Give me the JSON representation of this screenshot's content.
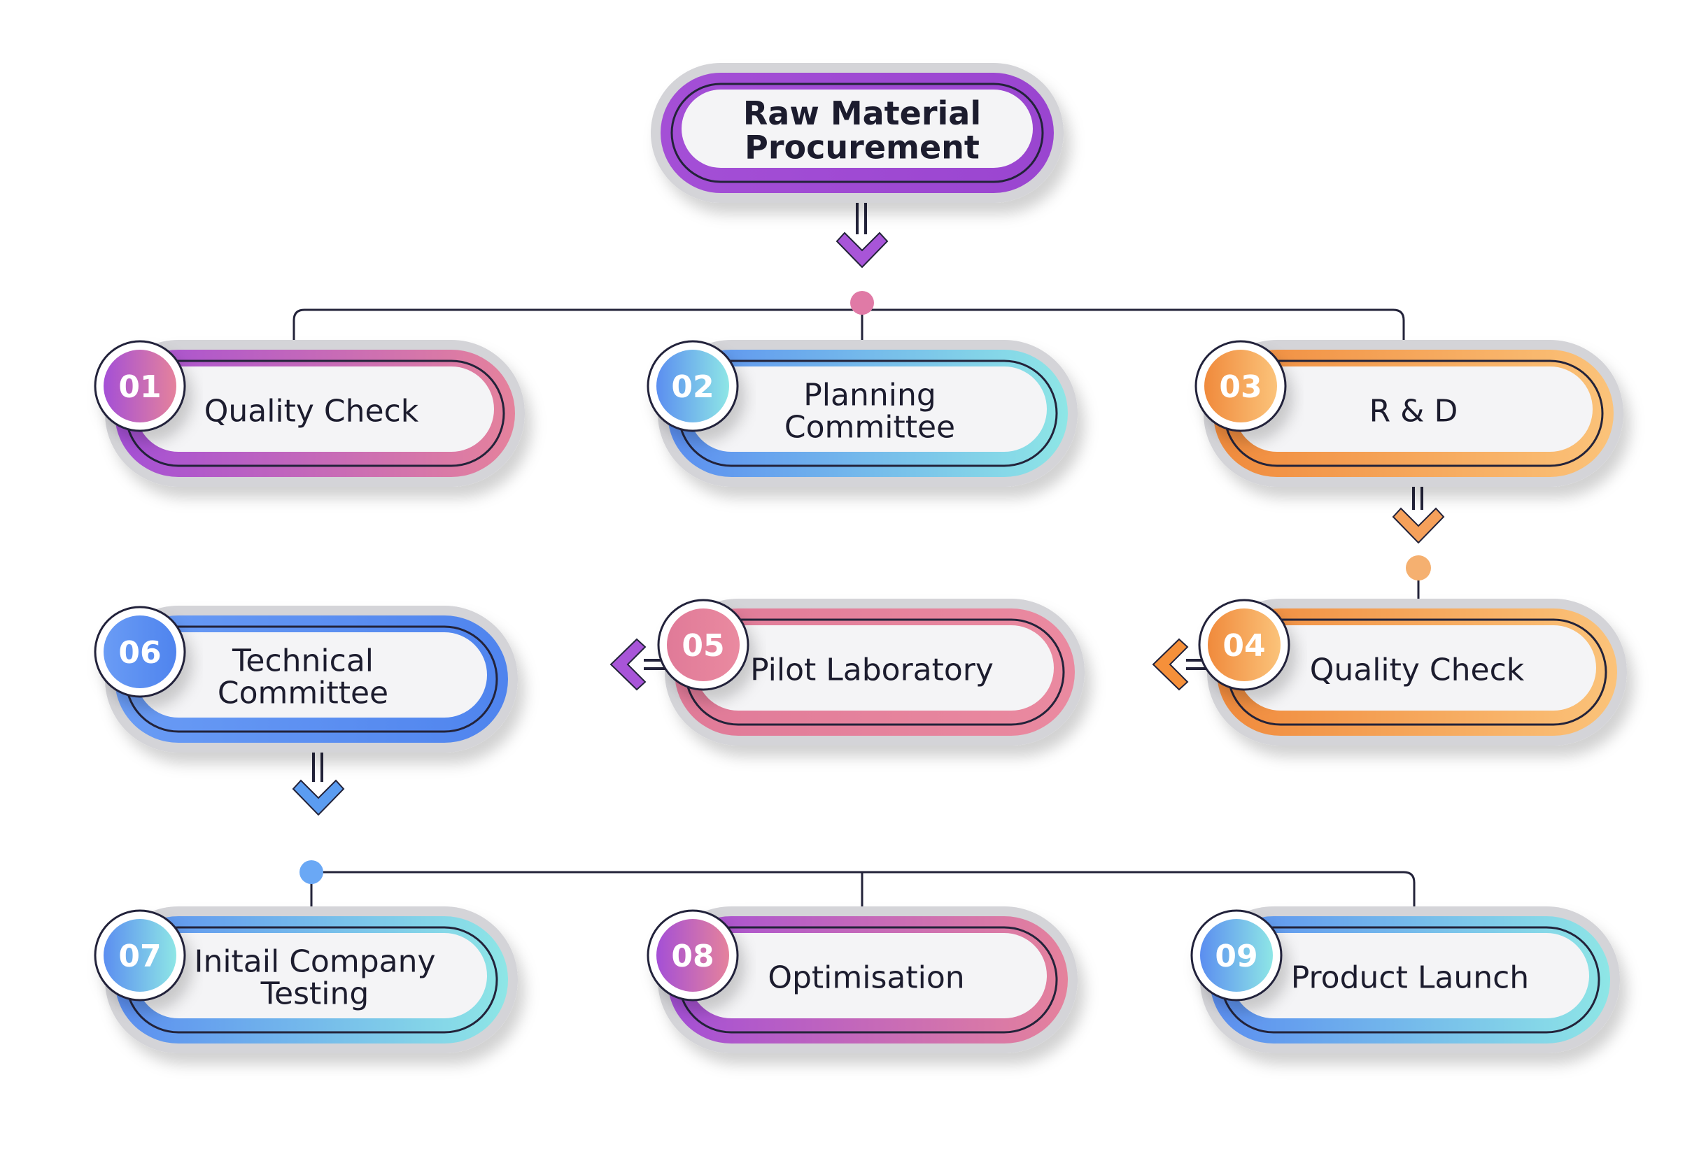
{
  "diagram": {
    "nodes": [
      {
        "id": "top",
        "number": "",
        "lines": [
          "Raw Material",
          "Procurement"
        ],
        "bold": true,
        "palette": "purple"
      },
      {
        "id": "n01",
        "number": "01",
        "lines": [
          "Quality Check"
        ],
        "palette": "purple-pink"
      },
      {
        "id": "n02",
        "number": "02",
        "lines": [
          "Planning",
          "Committee"
        ],
        "palette": "blue-cyan"
      },
      {
        "id": "n03",
        "number": "03",
        "lines": [
          "R & D"
        ],
        "palette": "orange"
      },
      {
        "id": "n04",
        "number": "04",
        "lines": [
          "Quality Check"
        ],
        "palette": "orange"
      },
      {
        "id": "n05",
        "number": "05",
        "lines": [
          "Pilot Laboratory"
        ],
        "palette": "pink"
      },
      {
        "id": "n06",
        "number": "06",
        "lines": [
          "Technical",
          "Committee"
        ],
        "palette": "blue"
      },
      {
        "id": "n07",
        "number": "07",
        "lines": [
          "Initail Company",
          "Testing"
        ],
        "palette": "blue-cyan"
      },
      {
        "id": "n08",
        "number": "08",
        "lines": [
          "Optimisation"
        ],
        "palette": "purple-pink"
      },
      {
        "id": "n09",
        "number": "09",
        "lines": [
          "Product Launch"
        ],
        "palette": "blue-cyan"
      }
    ],
    "connectors": [
      {
        "from": "top",
        "to": [
          "n01",
          "n02",
          "n03"
        ],
        "arrow_color": "#a855d8",
        "dot_color": "#e07aa6"
      },
      {
        "from": "n03",
        "to": [
          "n04"
        ],
        "arrow_color": "#f5a05a",
        "dot_color": "#f5b070"
      },
      {
        "from": "n04",
        "to": [
          "n05"
        ],
        "arrow_color": "#f5903a"
      },
      {
        "from": "n05",
        "to": [
          "n06"
        ],
        "arrow_color": "#a855d8"
      },
      {
        "from": "n06",
        "to": [
          "n07",
          "n08",
          "n09"
        ],
        "arrow_color": "#5b9cf0",
        "dot_color": "#6aa8f5"
      }
    ],
    "colors": {
      "line": "#23233a",
      "purple": "#a44fd6",
      "pink": "#e07a98",
      "blue": "#5b8ef0",
      "cyan": "#7fdce6",
      "orange": "#f08a3c",
      "light_orange": "#fbc37a"
    }
  }
}
